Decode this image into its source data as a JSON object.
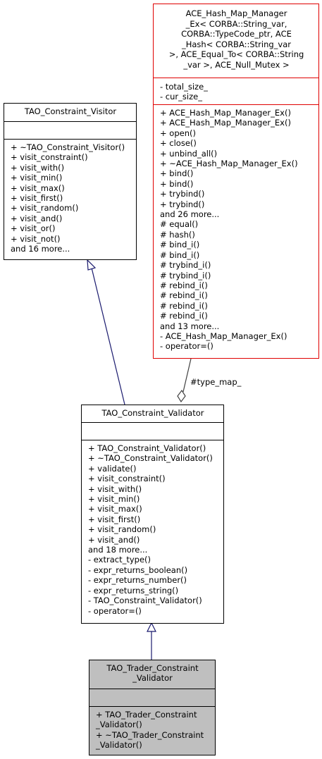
{
  "nodes": {
    "visitor": {
      "title": "TAO_Constraint_Visitor",
      "attributes": [],
      "methods": [
        "+ ~TAO_Constraint_Visitor()",
        "+ visit_constraint()",
        "+ visit_with()",
        "+ visit_min()",
        "+ visit_max()",
        "+ visit_first()",
        "+ visit_random()",
        "+ visit_and()",
        "+ visit_or()",
        "+ visit_not()",
        "and 16 more..."
      ]
    },
    "hash_map": {
      "title_lines": [
        "ACE_Hash_Map_Manager",
        "_Ex< CORBA::String_var,",
        " CORBA::TypeCode_ptr, ACE",
        "_Hash< CORBA::String_var",
        " >, ACE_Equal_To< CORBA::String",
        "_var >, ACE_Null_Mutex >"
      ],
      "attributes": [
        "- total_size_",
        "- cur_size_"
      ],
      "methods": [
        "+ ACE_Hash_Map_Manager_Ex()",
        "+ ACE_Hash_Map_Manager_Ex()",
        "+ open()",
        "+ close()",
        "+ unbind_all()",
        "+ ~ACE_Hash_Map_Manager_Ex()",
        "+ bind()",
        "+ bind()",
        "+ trybind()",
        "+ trybind()",
        "and 26 more...",
        "# equal()",
        "# hash()",
        "# bind_i()",
        "# bind_i()",
        "# trybind_i()",
        "# trybind_i()",
        "# rebind_i()",
        "# rebind_i()",
        "# rebind_i()",
        "# rebind_i()",
        "and 13 more...",
        "- ACE_Hash_Map_Manager_Ex()",
        "- operator=()"
      ]
    },
    "validator": {
      "title": "TAO_Constraint_Validator",
      "attributes": [],
      "methods": [
        "+ TAO_Constraint_Validator()",
        "+ ~TAO_Constraint_Validator()",
        "+ validate()",
        "+ visit_constraint()",
        "+ visit_with()",
        "+ visit_min()",
        "+ visit_max()",
        "+ visit_first()",
        "+ visit_random()",
        "+ visit_and()",
        "and 18 more...",
        "- extract_type()",
        "- expr_returns_boolean()",
        "- expr_returns_number()",
        "- expr_returns_string()",
        "- TAO_Constraint_Validator()",
        "- operator=()"
      ]
    },
    "trader": {
      "title_lines": [
        "TAO_Trader_Constraint",
        "_Validator"
      ],
      "attributes": [],
      "methods": [
        "+ TAO_Trader_Constraint",
        "_Validator()",
        "+ ~TAO_Trader_Constraint",
        "_Validator()"
      ]
    }
  },
  "edges": {
    "type_map_label": "#type_map_"
  },
  "colors": {
    "class_border": "#000000",
    "template_border": "#e00000",
    "highlight_fill": "#bfbfbf",
    "inheritance_arrow": "#1a1a6e",
    "aggregation_line": "#404040"
  }
}
